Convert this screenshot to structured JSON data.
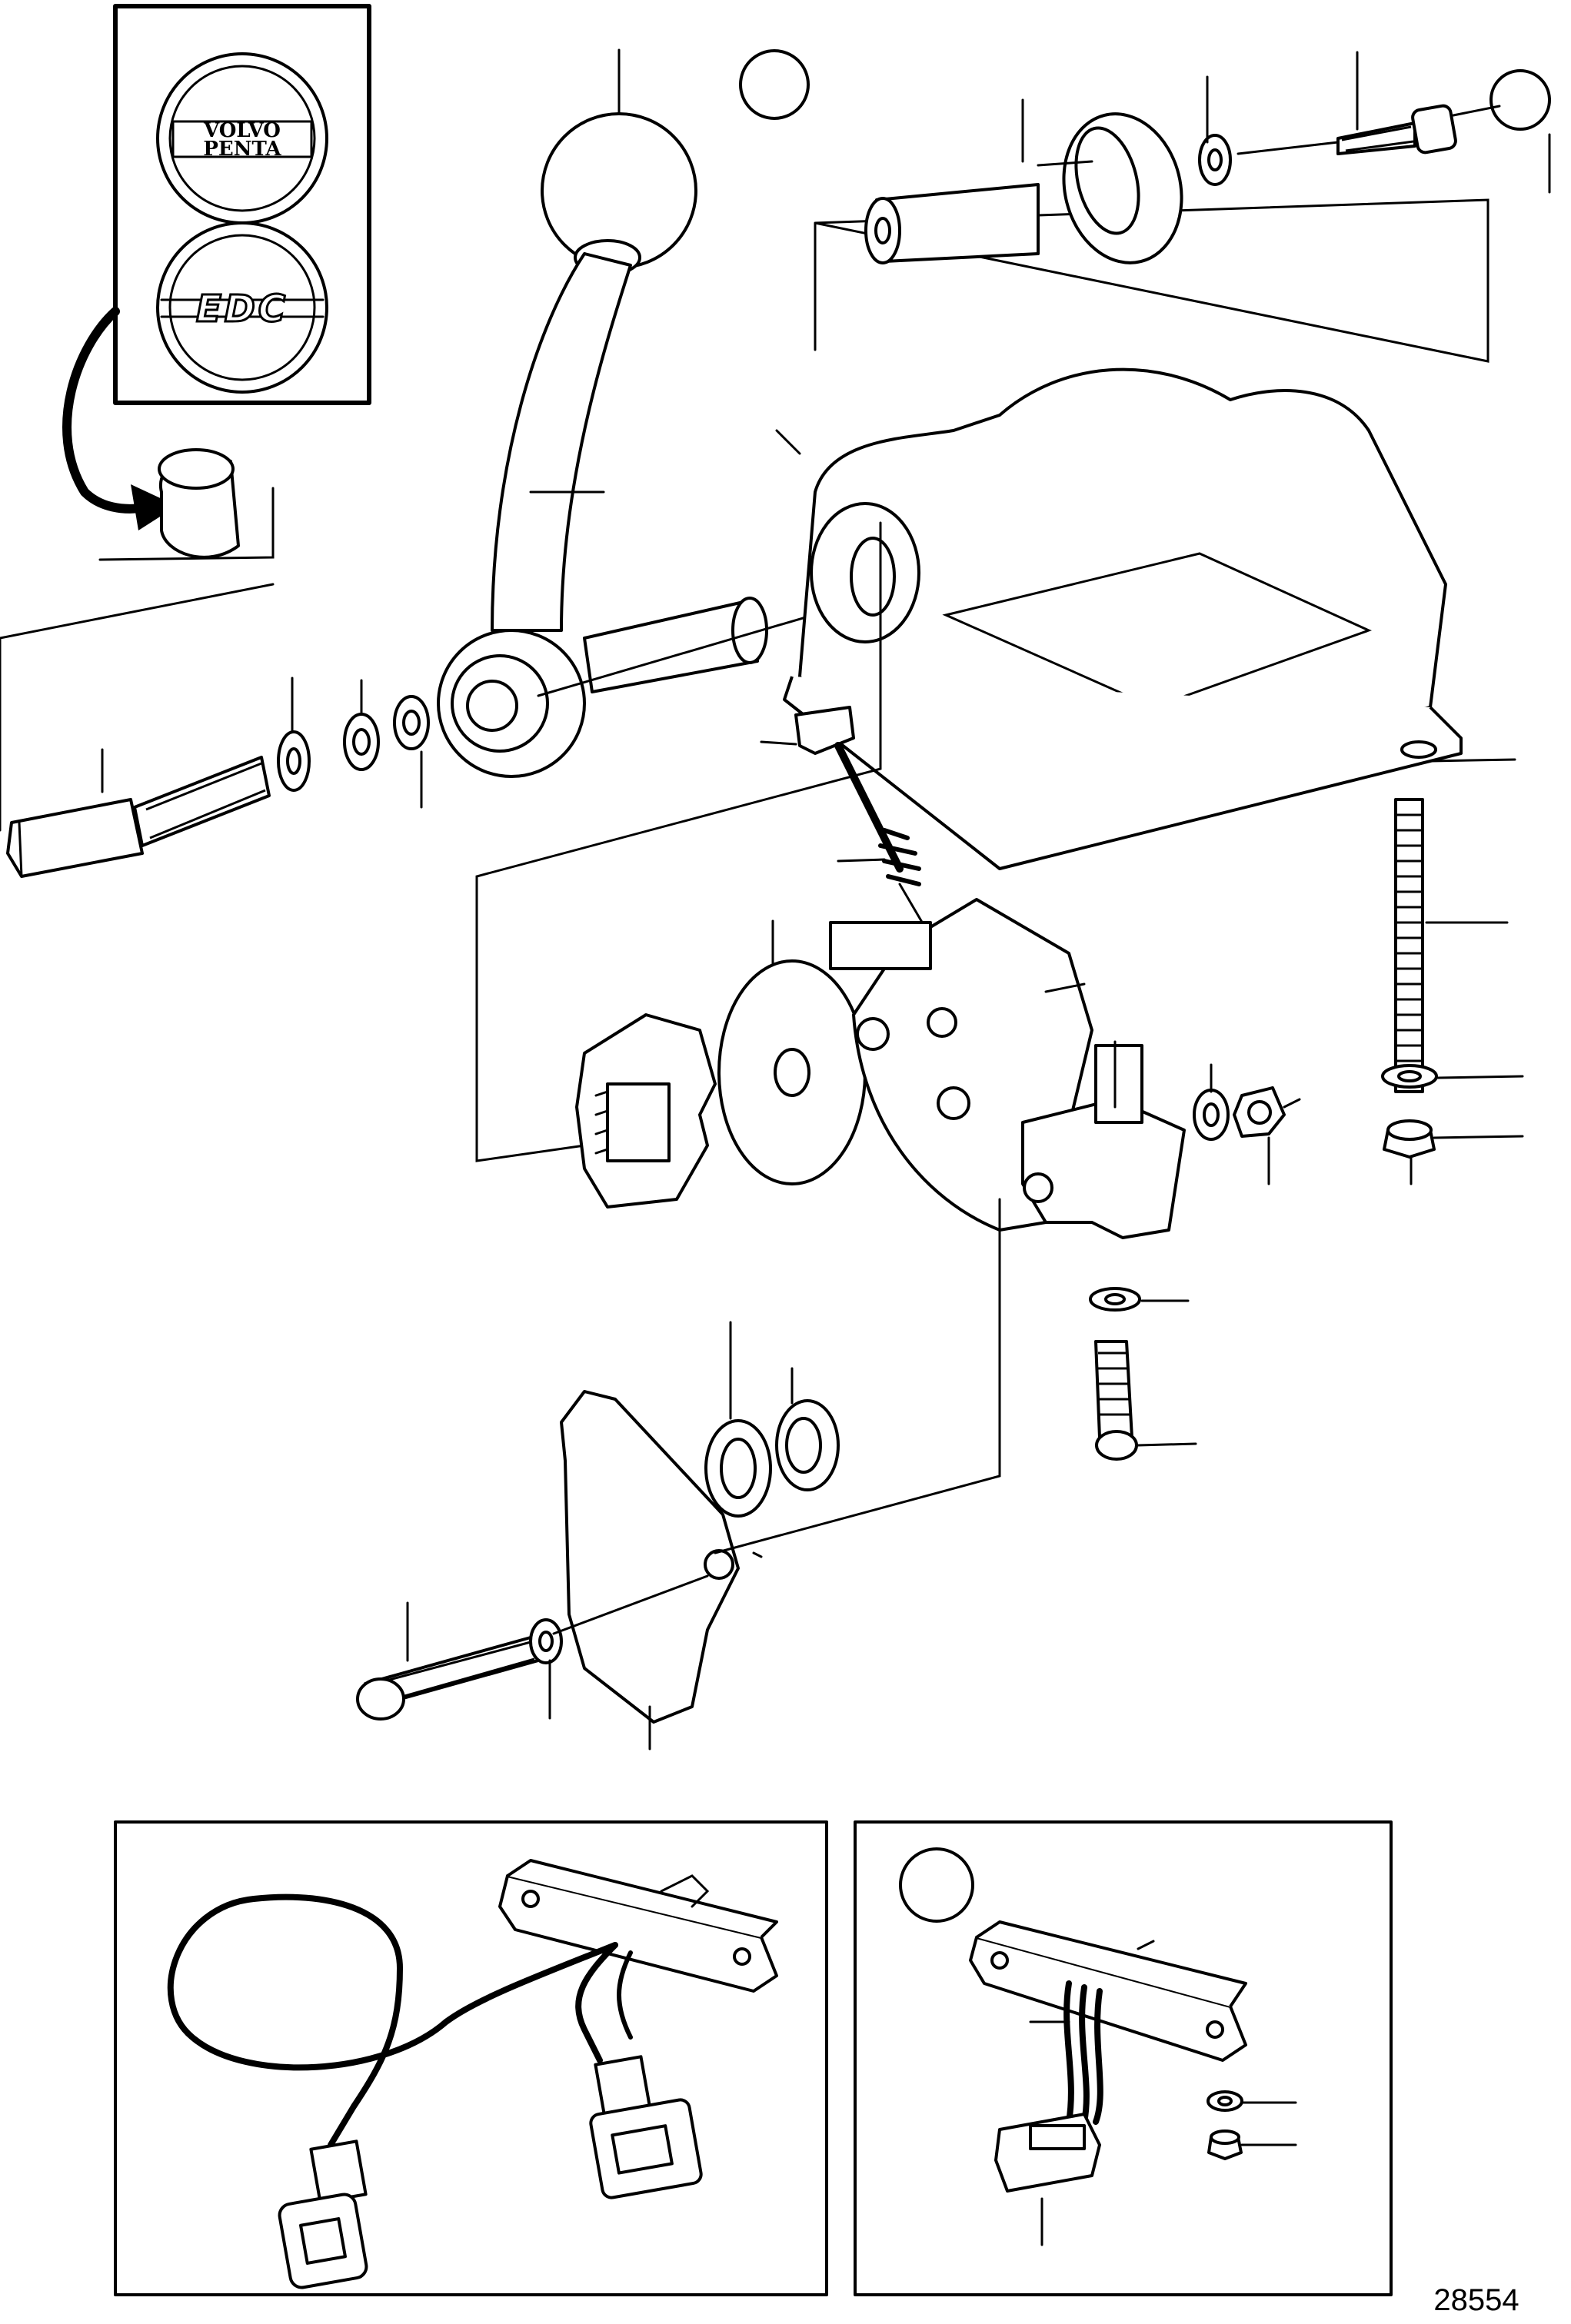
{
  "logo": {
    "line1": "VOLVO",
    "line2": "PENTA",
    "emblem": "EDC"
  },
  "figure_number": "28554",
  "icons": [
    "volvo-penta-logo-icon",
    "edc-logo-icon",
    "arrow-icon"
  ]
}
